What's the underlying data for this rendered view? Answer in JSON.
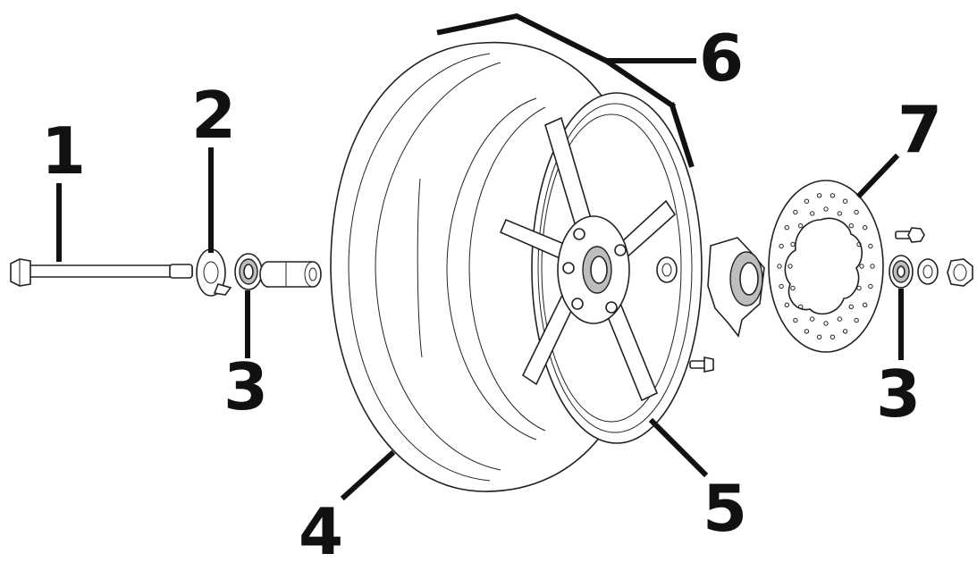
{
  "callouts": [
    {
      "id": "1",
      "label": "1"
    },
    {
      "id": "2",
      "label": "2"
    },
    {
      "id": "3a",
      "label": "3"
    },
    {
      "id": "3b",
      "label": "3"
    },
    {
      "id": "4",
      "label": "4"
    },
    {
      "id": "5",
      "label": "5"
    },
    {
      "id": "6",
      "label": "6"
    },
    {
      "id": "7",
      "label": "7"
    }
  ],
  "colors": {
    "line": "#111111",
    "background": "#ffffff"
  }
}
